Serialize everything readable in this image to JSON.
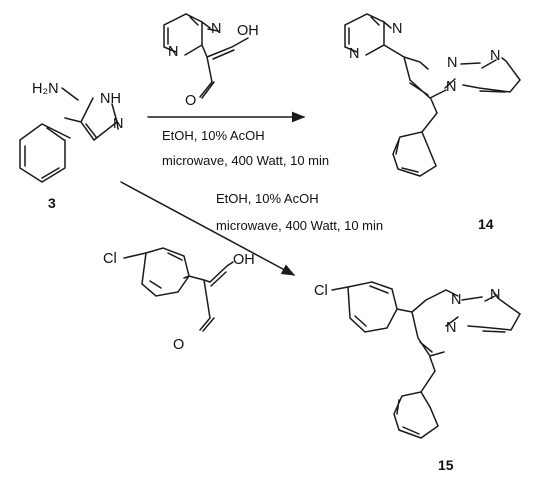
{
  "atoms": {
    "h2n": "H₂N",
    "nh": "NH",
    "n": "N",
    "oh": "OH",
    "o": "O",
    "cl": "Cl"
  },
  "conditions": {
    "upper": {
      "line1": "EtOH, 10% AcOH",
      "line2": "microwave, 400 Watt, 10 min"
    },
    "lower": {
      "line1": "EtOH, 10% AcOH",
      "line2": "microwave, 400 Watt, 10 min"
    }
  },
  "compounds": {
    "start": "3",
    "product_upper": "14",
    "product_lower": "15"
  },
  "colors": {
    "ink": "#111111",
    "background": "#ffffff"
  }
}
